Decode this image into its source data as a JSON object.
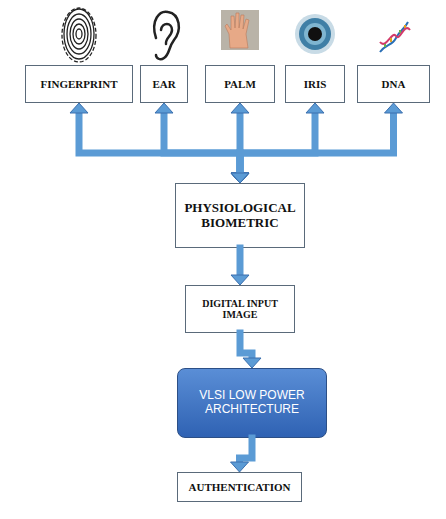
{
  "diagram": {
    "nodes": [
      {
        "text": [
          "FINGERPRINT"
        ]
      },
      {
        "text": [
          "EAR"
        ]
      },
      {
        "text": [
          "PALM"
        ]
      },
      {
        "text": [
          "IRIS"
        ]
      },
      {
        "text": [
          "DNA"
        ]
      },
      {
        "text": [
          "PHYSIOLOGICAL BIOMETRIC"
        ]
      },
      {
        "text": [
          "DIGITAL INPUT IMAGE"
        ]
      },
      {
        "text": [
          "VLSI LOW POWER ARCHITECTURE"
        ]
      },
      {
        "text": [
          "AUTHENTICATION"
        ]
      }
    ],
    "edges": [
      {
        "from": 0,
        "to": 5,
        "arrow": "both"
      },
      {
        "from": 1,
        "to": 5,
        "arrow": "both"
      },
      {
        "from": 2,
        "to": 5,
        "arrow": "both"
      },
      {
        "from": 3,
        "to": 5,
        "arrow": "both"
      },
      {
        "from": 4,
        "to": 5,
        "arrow": "both"
      },
      {
        "from": 5,
        "to": 6,
        "arrow": "to"
      },
      {
        "from": 6,
        "to": 7,
        "arrow": "to"
      },
      {
        "from": 7,
        "to": 8,
        "arrow": "to"
      }
    ]
  }
}
